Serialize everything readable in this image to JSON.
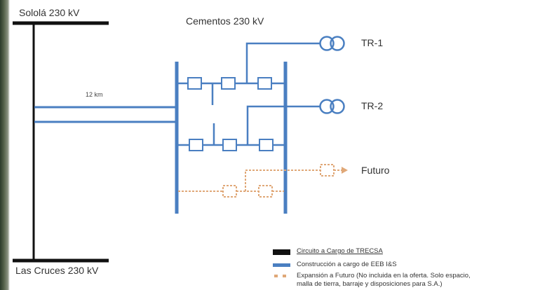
{
  "colors": {
    "tresa": "#111111",
    "eeb": "#4a7fc1",
    "futuro": "#e0a878",
    "text": "#333333"
  },
  "labels": {
    "solola": "Sololá 230 kV",
    "cementos": "Cementos 230 kV",
    "las_cruces": "Las Cruces 230 kV",
    "distance": "12 km",
    "tr1": "TR-1",
    "tr2": "TR-2",
    "futuro": "Futuro"
  },
  "legend": [
    {
      "key": "tresa",
      "text": "Circuito a Cargo de TRECSA"
    },
    {
      "key": "eeb",
      "text": "Construcción a cargo de EEB I&S"
    },
    {
      "key": "futuro",
      "text": "Expansión a Futuro (No incluida en la oferta. Solo espacio,",
      "text2": "malla de tierra, barraje y disposiciones para S.A.)"
    }
  ]
}
